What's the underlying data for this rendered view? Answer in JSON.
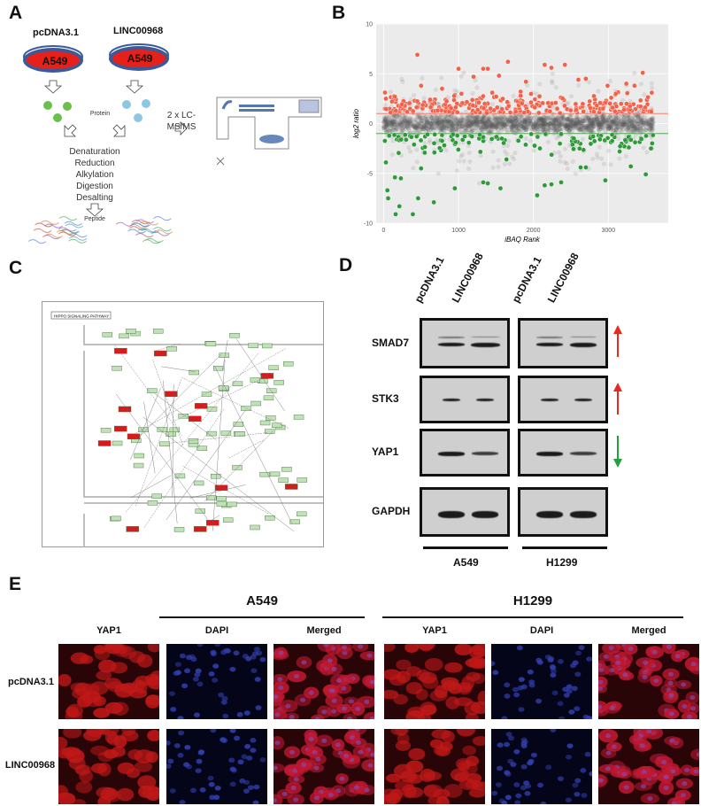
{
  "panelA": {
    "letter": "A",
    "condition_left": "pcDNA3.1",
    "condition_right": "LINC00968",
    "cell_line": "A549",
    "protein_label": "Protein",
    "ms_label": "2 x LC-MS/MS",
    "steps": [
      "Denaturation",
      "Reduction",
      "Alkylation",
      "Digestion",
      "Desalting"
    ],
    "peptide_label": "Peptide",
    "colors": {
      "dish": "#e8201a",
      "dish_rim": "#3a5a9a",
      "protein_left": "#6cc04a",
      "protein_right": "#8ec8e0"
    }
  },
  "panelB": {
    "letter": "B"
  },
  "chart_data": {
    "type": "scatter",
    "xlabel": "iBAQ Rank",
    "ylabel": "log2 ratio",
    "xlim": [
      -100,
      3800
    ],
    "ylim": [
      -10,
      10
    ],
    "xticks": [
      0,
      1000,
      2000,
      3000
    ],
    "yticks": [
      -10,
      -5,
      0,
      5,
      10
    ],
    "grid": true,
    "thresholds": [
      {
        "y": 1,
        "color": "#f08070"
      },
      {
        "y": -1,
        "color": "#55aa55"
      }
    ],
    "series": [
      {
        "color": "#f0624a",
        "points": [
          [
            450,
            6.9
          ],
          [
            1000,
            5.5
          ],
          [
            1330,
            5.5
          ],
          [
            1390,
            5.5
          ],
          [
            1660,
            6.2
          ],
          [
            2150,
            5.9
          ],
          [
            2240,
            5.6
          ],
          [
            2420,
            5.9
          ],
          [
            3460,
            5.1
          ],
          [
            500,
            3.8
          ],
          [
            780,
            3.5
          ],
          [
            1900,
            4.2
          ],
          [
            2990,
            3.8
          ],
          [
            3240,
            4.0
          ],
          [
            3580,
            3.1
          ],
          [
            30,
            2.5
          ],
          [
            150,
            2.7
          ],
          [
            1200,
            4.7
          ],
          [
            1540,
            4.8
          ],
          [
            2700,
            4.5
          ],
          [
            3100,
            3.0
          ],
          [
            620,
            2.4
          ],
          [
            1450,
            3.1
          ],
          [
            2600,
            4.4
          ],
          [
            3350,
            3.8
          ]
        ]
      },
      {
        "color": "#2e9a3a",
        "points": [
          [
            50,
            -6.7
          ],
          [
            60,
            -7.5
          ],
          [
            160,
            -9.1
          ],
          [
            390,
            -9.1
          ],
          [
            210,
            -8.3
          ],
          [
            670,
            -7.9
          ],
          [
            460,
            -7.5
          ],
          [
            950,
            -6.5
          ],
          [
            1560,
            -6.5
          ],
          [
            2050,
            -7.2
          ],
          [
            1330,
            -5.9
          ],
          [
            1390,
            -6.0
          ],
          [
            2150,
            -6.2
          ],
          [
            2240,
            -6.1
          ],
          [
            2370,
            -5.9
          ],
          [
            3500,
            -5.1
          ],
          [
            2960,
            -5.7
          ],
          [
            150,
            -5.4
          ],
          [
            230,
            -5.5
          ],
          [
            500,
            -4.5
          ],
          [
            30,
            -3.9
          ],
          [
            1640,
            -3.6
          ],
          [
            2630,
            -4.4
          ],
          [
            2700,
            -4.4
          ],
          [
            3300,
            -4.3
          ]
        ]
      },
      {
        "color": "#555555",
        "points": []
      }
    ]
  },
  "panelC": {
    "letter": "C",
    "pathway_title": "HIPPO SIGNALING PATHWAY",
    "colors": {
      "node": "#bfe3b4",
      "up": "#d91a1a"
    }
  },
  "panelD": {
    "letter": "D",
    "lanes": [
      "pcDNA3.1",
      "LINC00968",
      "pcDNA3.1",
      "LINC00968"
    ],
    "rows": [
      {
        "label": "SMAD7",
        "trend": "up"
      },
      {
        "label": "STK3",
        "trend": "up"
      },
      {
        "label": "YAP1",
        "trend": "down"
      },
      {
        "label": "GAPDH",
        "trend": ""
      }
    ],
    "cell_lines": [
      "A549",
      "H1299"
    ],
    "colors": {
      "up": "#e52b20",
      "down": "#20a040"
    }
  },
  "panelE": {
    "letter": "E",
    "groups": [
      "A549",
      "H1299"
    ],
    "columns": [
      "YAP1",
      "DAPI",
      "Merged",
      "YAP1",
      "DAPI",
      "Merged"
    ],
    "rows": [
      "pcDNA3.1",
      "LINC00968"
    ]
  }
}
